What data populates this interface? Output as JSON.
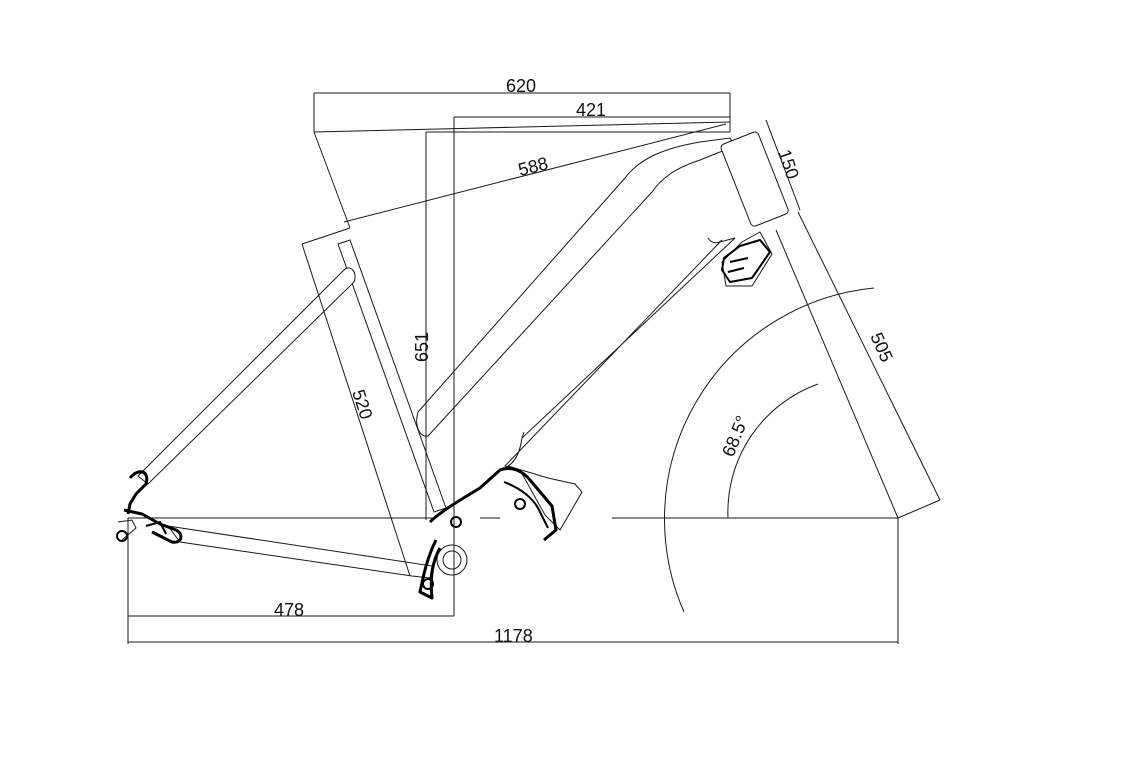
{
  "diagram": {
    "dimensions": {
      "effective_top_tube": "620",
      "reach": "421",
      "top_tube": "588",
      "head_tube": "150",
      "stack": "651",
      "seat_tube": "520",
      "fork_length": "505",
      "chainstay": "478",
      "wheelbase": "1178",
      "head_angle": "68.5°"
    },
    "colors": {
      "line": "#1a1a1a",
      "background": "#ffffff"
    }
  }
}
